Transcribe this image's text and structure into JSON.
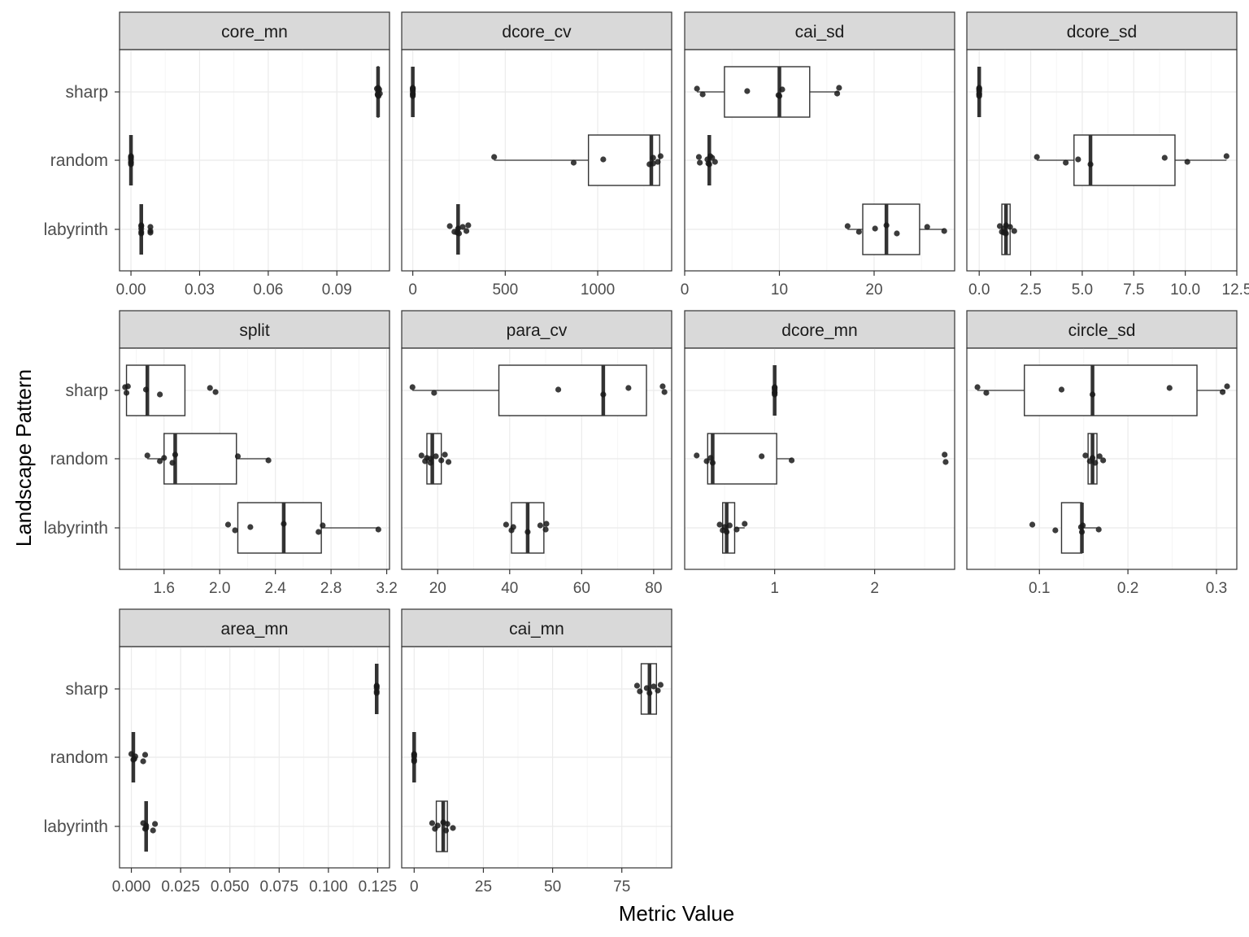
{
  "figure": {
    "xlabel": "Metric Value",
    "ylabel": "Landscape Pattern",
    "categories": [
      "sharp",
      "random",
      "labyrinth"
    ]
  },
  "colors": {
    "strip_fill": "#d9d9d9",
    "panel_border": "#333333",
    "grid_major": "#ebebeb",
    "grid_minor": "#f5f5f5",
    "point": "#1a1a1a",
    "box_line": "#333333",
    "axis_text": "#4d4d4d"
  },
  "chart_data": [
    {
      "type": "boxplot",
      "title": "core_mn",
      "xlim": [
        -0.005,
        0.113
      ],
      "ticks": [
        0,
        0.03,
        0.06,
        0.09
      ],
      "tick_labels": [
        "0.00",
        "0.03",
        "0.06",
        "0.09"
      ],
      "series": [
        {
          "name": "sharp",
          "min": 0.1078,
          "q1": 0.1078,
          "median": 0.108,
          "q3": 0.1082,
          "max": 0.1082,
          "points": [
            0.1075,
            0.1078,
            0.108,
            0.1082,
            0.1085,
            0.1088,
            0.108,
            0.1079
          ]
        },
        {
          "name": "random",
          "min": 0.0,
          "q1": 0.0,
          "median": 0.0,
          "q3": 0.0,
          "max": 0.0,
          "points": [
            0.0,
            0.0,
            0.0,
            0.0,
            0.0,
            0.0,
            0.0
          ]
        },
        {
          "name": "labyrinth",
          "min": 0.0045,
          "q1": 0.0045,
          "median": 0.0045,
          "q3": 0.0045,
          "max": 0.0045,
          "points": [
            0.0045,
            0.0045,
            0.0045,
            0.0045,
            0.0085,
            0.0085,
            0.0045,
            0.0085
          ]
        }
      ]
    },
    {
      "type": "boxplot",
      "title": "dcore_cv",
      "xlim": [
        -60,
        1400
      ],
      "ticks": [
        0,
        500,
        1000
      ],
      "tick_labels": [
        "0",
        "500",
        "1000"
      ],
      "series": [
        {
          "name": "sharp",
          "min": 0,
          "q1": 0,
          "median": 0,
          "q3": 0,
          "max": 0,
          "points": [
            0,
            0,
            0,
            0,
            0,
            0,
            0
          ]
        },
        {
          "name": "random",
          "min": 440,
          "q1": 950,
          "median": 1290,
          "q3": 1335,
          "max": 1335,
          "points": [
            440,
            870,
            1030,
            1280,
            1300,
            1325,
            1340,
            1300
          ]
        },
        {
          "name": "labyrinth",
          "min": 245,
          "q1": 245,
          "median": 245,
          "q3": 245,
          "max": 245,
          "points": [
            200,
            225,
            245,
            250,
            270,
            290,
            300,
            240
          ]
        }
      ]
    },
    {
      "type": "boxplot",
      "title": "cai_sd",
      "xlim": [
        0,
        28.5
      ],
      "ticks": [
        0,
        10,
        20
      ],
      "tick_labels": [
        "0",
        "10",
        "20"
      ],
      "series": [
        {
          "name": "sharp",
          "min": 1.3,
          "q1": 4.2,
          "median": 10,
          "q3": 13.2,
          "max": 16.3,
          "points": [
            1.3,
            1.9,
            6.6,
            10,
            10.3,
            16.1,
            16.3,
            9.9
          ]
        },
        {
          "name": "random",
          "min": 2.6,
          "q1": 2.6,
          "median": 2.6,
          "q3": 2.6,
          "max": 2.6,
          "points": [
            1.5,
            1.6,
            2.4,
            2.6,
            2.9,
            3.2,
            2.7,
            2.5
          ]
        },
        {
          "name": "labyrinth",
          "min": 17.2,
          "q1": 18.8,
          "median": 21.3,
          "q3": 24.8,
          "max": 27.4,
          "points": [
            17.2,
            18.4,
            20.1,
            22.4,
            25.6,
            27.4,
            21.3
          ]
        }
      ]
    },
    {
      "type": "boxplot",
      "title": "dcore_sd",
      "xlim": [
        -0.6,
        12.5
      ],
      "ticks": [
        0,
        2.5,
        5,
        7.5,
        10,
        12.5
      ],
      "tick_labels": [
        "0.0",
        "2.5",
        "5.0",
        "7.5",
        "10.0",
        "12.5"
      ],
      "series": [
        {
          "name": "sharp",
          "min": 0,
          "q1": 0,
          "median": 0,
          "q3": 0,
          "max": 0,
          "points": [
            0,
            0,
            0,
            0,
            0,
            0,
            0
          ]
        },
        {
          "name": "random",
          "min": 2.8,
          "q1": 4.6,
          "median": 5.4,
          "q3": 9.5,
          "max": 12,
          "points": [
            2.8,
            4.2,
            4.8,
            5.4,
            9,
            10.1,
            12
          ]
        },
        {
          "name": "labyrinth",
          "min": 1.1,
          "q1": 1.1,
          "median": 1.3,
          "q3": 1.5,
          "max": 1.5,
          "points": [
            1.0,
            1.1,
            1.2,
            1.3,
            1.5,
            1.7,
            1.3,
            1.2
          ]
        }
      ]
    },
    {
      "type": "boxplot",
      "title": "split",
      "xlim": [
        1.28,
        3.22
      ],
      "ticks": [
        1.6,
        2.0,
        2.4,
        2.8,
        3.2
      ],
      "tick_labels": [
        "1.6",
        "2.0",
        "2.4",
        "2.8",
        "3.2"
      ],
      "series": [
        {
          "name": "sharp",
          "min": 1.33,
          "q1": 1.33,
          "median": 1.48,
          "q3": 1.75,
          "max": 1.75,
          "points": [
            1.32,
            1.33,
            1.47,
            1.57,
            1.93,
            1.97,
            1.34
          ]
        },
        {
          "name": "random",
          "min": 1.48,
          "q1": 1.6,
          "median": 1.68,
          "q3": 2.12,
          "max": 2.35,
          "points": [
            1.48,
            1.57,
            1.6,
            1.66,
            2.13,
            2.35,
            1.68
          ]
        },
        {
          "name": "labyrinth",
          "min": 2.13,
          "q1": 2.13,
          "median": 2.46,
          "q3": 2.73,
          "max": 3.14,
          "points": [
            2.06,
            2.11,
            2.22,
            2.71,
            2.74,
            3.14,
            2.46
          ]
        }
      ]
    },
    {
      "type": "boxplot",
      "title": "para_cv",
      "xlim": [
        10,
        85
      ],
      "ticks": [
        20,
        40,
        60,
        80
      ],
      "tick_labels": [
        "20",
        "40",
        "60",
        "80"
      ],
      "series": [
        {
          "name": "sharp",
          "min": 13,
          "q1": 37,
          "median": 66,
          "q3": 78,
          "max": 78,
          "points": [
            13,
            19,
            53.5,
            66,
            73,
            83,
            82.5
          ]
        },
        {
          "name": "random",
          "min": 17,
          "q1": 17,
          "median": 18.5,
          "q3": 21,
          "max": 21,
          "points": [
            15.5,
            16.5,
            17,
            18,
            19.5,
            21,
            22,
            23,
            18
          ]
        },
        {
          "name": "labyrinth",
          "min": 40.5,
          "q1": 40.5,
          "median": 45,
          "q3": 49.5,
          "max": 49.5,
          "points": [
            39,
            40.5,
            41,
            45,
            48.5,
            50,
            50.2
          ]
        }
      ]
    },
    {
      "type": "boxplot",
      "title": "dcore_mn",
      "xlim": [
        0.1,
        2.8
      ],
      "ticks": [
        1,
        2
      ],
      "tick_labels": [
        "1",
        "2"
      ],
      "series": [
        {
          "name": "sharp",
          "min": 1.0,
          "q1": 1.0,
          "median": 1.0,
          "q3": 1.0,
          "max": 1.0,
          "points": [
            1.0,
            1.0,
            1.0,
            1.0,
            1.0,
            1.0
          ]
        },
        {
          "name": "random",
          "min": 0.33,
          "q1": 0.33,
          "median": 0.38,
          "q3": 1.02,
          "max": 1.17,
          "points": [
            0.22,
            0.32,
            0.36,
            0.38,
            0.87,
            1.17,
            2.7,
            2.71
          ]
        },
        {
          "name": "labyrinth",
          "min": 0.48,
          "q1": 0.48,
          "median": 0.52,
          "q3": 0.6,
          "max": 0.7,
          "points": [
            0.45,
            0.48,
            0.5,
            0.52,
            0.55,
            0.62,
            0.7
          ]
        }
      ]
    },
    {
      "type": "boxplot",
      "title": "circle_sd",
      "xlim": [
        0.018,
        0.323
      ],
      "ticks": [
        0.1,
        0.2,
        0.3
      ],
      "tick_labels": [
        "0.1",
        "0.2",
        "0.3"
      ],
      "series": [
        {
          "name": "sharp",
          "min": 0.03,
          "q1": 0.083,
          "median": 0.16,
          "q3": 0.278,
          "max": 0.31,
          "points": [
            0.03,
            0.04,
            0.125,
            0.16,
            0.247,
            0.307,
            0.312
          ]
        },
        {
          "name": "random",
          "min": 0.155,
          "q1": 0.155,
          "median": 0.16,
          "q3": 0.165,
          "max": 0.165,
          "points": [
            0.152,
            0.157,
            0.16,
            0.163,
            0.168,
            0.172
          ]
        },
        {
          "name": "labyrinth",
          "min": 0.125,
          "q1": 0.125,
          "median": 0.148,
          "q3": 0.148,
          "max": 0.165,
          "points": [
            0.092,
            0.118,
            0.147,
            0.148,
            0.149,
            0.167
          ]
        }
      ]
    },
    {
      "type": "boxplot",
      "title": "area_mn",
      "xlim": [
        -0.006,
        0.131
      ],
      "ticks": [
        0,
        0.025,
        0.05,
        0.075,
        0.1,
        0.125
      ],
      "tick_labels": [
        "0.000",
        "0.025",
        "0.050",
        "0.075",
        "0.100",
        "0.125"
      ],
      "series": [
        {
          "name": "sharp",
          "min": 0.1245,
          "q1": 0.1245,
          "median": 0.1245,
          "q3": 0.1245,
          "max": 0.1245,
          "points": [
            0.1245,
            0.1245,
            0.1245,
            0.1245,
            0.1245
          ]
        },
        {
          "name": "random",
          "min": 0.001,
          "q1": 0.001,
          "median": 0.001,
          "q3": 0.001,
          "max": 0.001,
          "points": [
            0.0,
            0.001,
            0.002,
            0.006,
            0.007,
            0.0015
          ]
        },
        {
          "name": "labyrinth",
          "min": 0.0075,
          "q1": 0.0075,
          "median": 0.0075,
          "q3": 0.0075,
          "max": 0.0075,
          "points": [
            0.006,
            0.007,
            0.0075,
            0.011,
            0.012,
            0.0075
          ]
        }
      ]
    },
    {
      "type": "boxplot",
      "title": "cai_mn",
      "xlim": [
        -4.5,
        93
      ],
      "ticks": [
        0,
        25,
        50,
        75
      ],
      "tick_labels": [
        "0",
        "25",
        "50",
        "75"
      ],
      "series": [
        {
          "name": "sharp",
          "min": 82,
          "q1": 82,
          "median": 85,
          "q3": 87.5,
          "max": 87.5,
          "points": [
            80.5,
            81.5,
            84,
            85,
            86.5,
            88,
            89
          ]
        },
        {
          "name": "random",
          "min": 0,
          "q1": 0,
          "median": 0,
          "q3": 0,
          "max": 0,
          "points": [
            0,
            0,
            0,
            0,
            0
          ]
        },
        {
          "name": "labyrinth",
          "min": 8,
          "q1": 8,
          "median": 10.5,
          "q3": 12,
          "max": 12,
          "points": [
            6.5,
            7.5,
            8.5,
            11.5,
            12,
            14,
            10.5
          ]
        }
      ]
    }
  ]
}
